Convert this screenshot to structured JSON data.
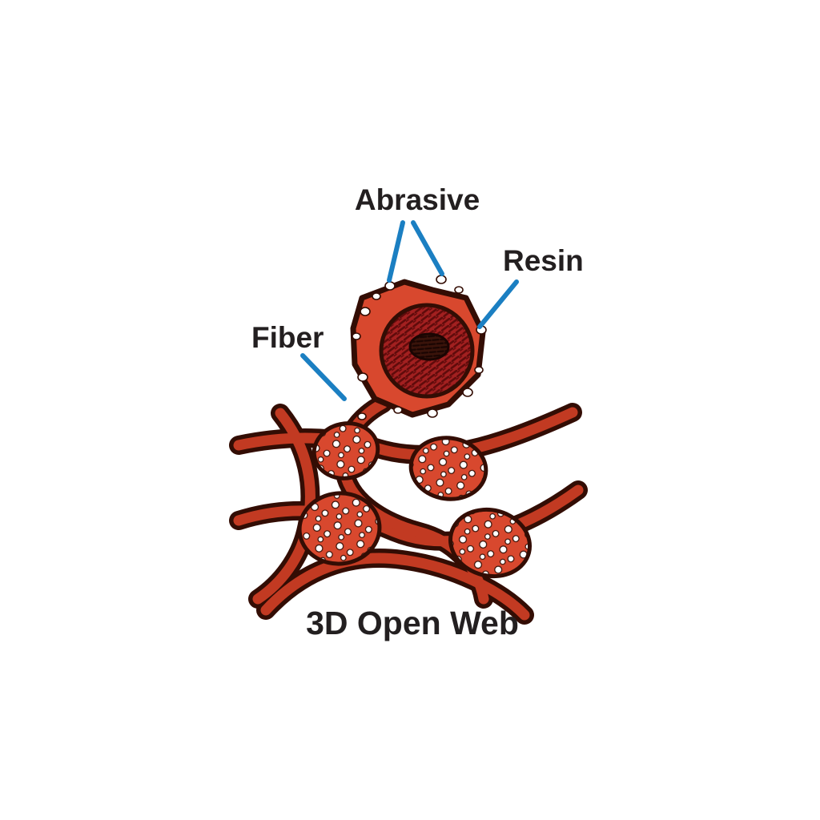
{
  "figure": {
    "caption": "3D Open Web",
    "labels": {
      "abrasive": "Abrasive",
      "resin": "Resin",
      "fiber": "Fiber"
    },
    "colors": {
      "background": "#ffffff",
      "leader_line_blue": "#1b7fc2",
      "text": "#231f20",
      "fiber_red": "#c23a22",
      "nodule_red": "#d8482e",
      "outline_dark": "#330d04",
      "resin_dark_red": "#a32020",
      "resin_hatch": "#5f0b0b",
      "grain_white": "#ffffff"
    }
  }
}
